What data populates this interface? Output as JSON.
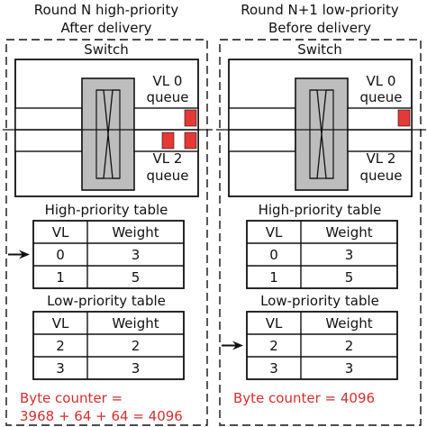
{
  "colors": {
    "line": "#111111",
    "switch_fill": "#ffffff",
    "crossbar_fill": "#bdbdbd",
    "packet": "#e53935",
    "counter_text": "#d32f2f"
  },
  "panels": [
    {
      "title_line1": "Round N high-priority",
      "title_line2": "After delivery",
      "switch_label": "Switch",
      "vl0_label_line1": "VL 0",
      "vl0_label_line2": "queue",
      "vl2_label_line1": "VL 2",
      "vl2_label_line2": "queue",
      "packets": {
        "vl0": 1,
        "vl2": 2
      },
      "high_table": {
        "title": "High-priority table",
        "headers": [
          "VL",
          "Weight"
        ],
        "rows": [
          [
            "0",
            "3"
          ],
          [
            "1",
            "5"
          ]
        ],
        "pointer_row": 0
      },
      "low_table": {
        "title": "Low-priority table",
        "headers": [
          "VL",
          "Weight"
        ],
        "rows": [
          [
            "2",
            "2"
          ],
          [
            "3",
            "3"
          ]
        ],
        "pointer_row": null
      },
      "counter_line1": "Byte counter =",
      "counter_line2": "3968 + 64 + 64 = 4096"
    },
    {
      "title_line1": "Round N+1 low-priority",
      "title_line2": "Before delivery",
      "switch_label": "Switch",
      "vl0_label_line1": "VL 0",
      "vl0_label_line2": "queue",
      "vl2_label_line1": "VL 2",
      "vl2_label_line2": "queue",
      "packets": {
        "vl0": 1,
        "vl2": 0
      },
      "high_table": {
        "title": "High-priority table",
        "headers": [
          "VL",
          "Weight"
        ],
        "rows": [
          [
            "0",
            "3"
          ],
          [
            "1",
            "5"
          ]
        ],
        "pointer_row": null
      },
      "low_table": {
        "title": "Low-priority table",
        "headers": [
          "VL",
          "Weight"
        ],
        "rows": [
          [
            "2",
            "2"
          ],
          [
            "3",
            "3"
          ]
        ],
        "pointer_row": 0
      },
      "counter_line1": "Byte counter = 4096",
      "counter_line2": ""
    }
  ]
}
